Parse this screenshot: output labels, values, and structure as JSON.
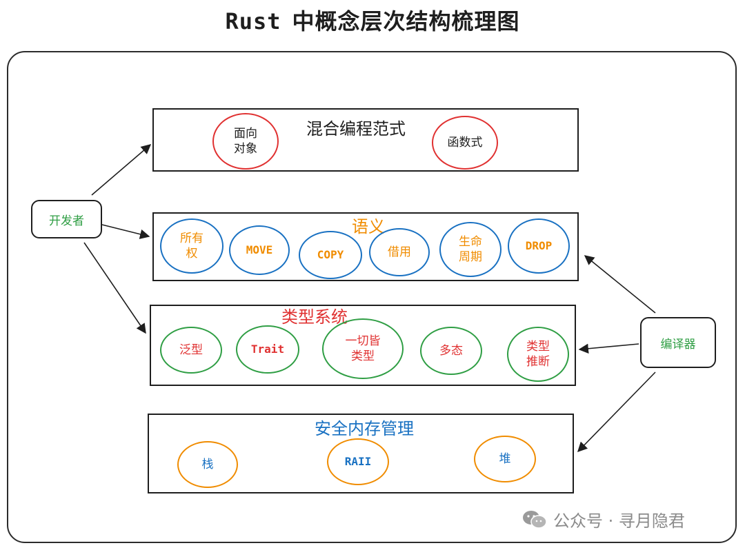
{
  "title": {
    "prefix": "Rust",
    "text": "中概念层次结构梳理图"
  },
  "actors": {
    "developer": "开发者",
    "compiler": "编译器"
  },
  "paradigm": {
    "title": "混合编程范式",
    "title_color": "#1e1e1e",
    "items": [
      "面向\n对象",
      "函数式"
    ],
    "circle_color": "#e03131"
  },
  "semantics": {
    "title": "语义",
    "title_color": "#f08c00",
    "items": [
      "所有\n权",
      "MOVE",
      "COPY",
      "借用",
      "生命\n周期",
      "DROP"
    ],
    "circle_color": "#1971c2"
  },
  "type_system": {
    "title": "类型系统",
    "title_color": "#e03131",
    "items": [
      "泛型",
      "Trait",
      "一切皆\n类型",
      "多态",
      "类型\n推断"
    ],
    "circle_color": "#2f9e44"
  },
  "memory": {
    "title": "安全内存管理",
    "title_color": "#1971c2",
    "items": [
      "栈",
      "RAII",
      "堆"
    ],
    "circle_color": "#f08c00"
  },
  "watermark": {
    "text": "公众号 · 寻月隐君",
    "icon": "wechat-icon"
  }
}
